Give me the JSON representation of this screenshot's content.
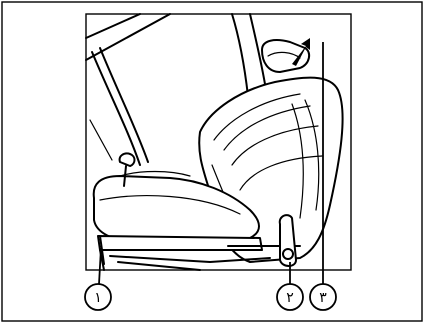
{
  "callouts": {
    "c1": "١",
    "c2": "٢",
    "c3": "٣"
  },
  "colors": {
    "line": "#000000",
    "background": "#ffffff"
  }
}
